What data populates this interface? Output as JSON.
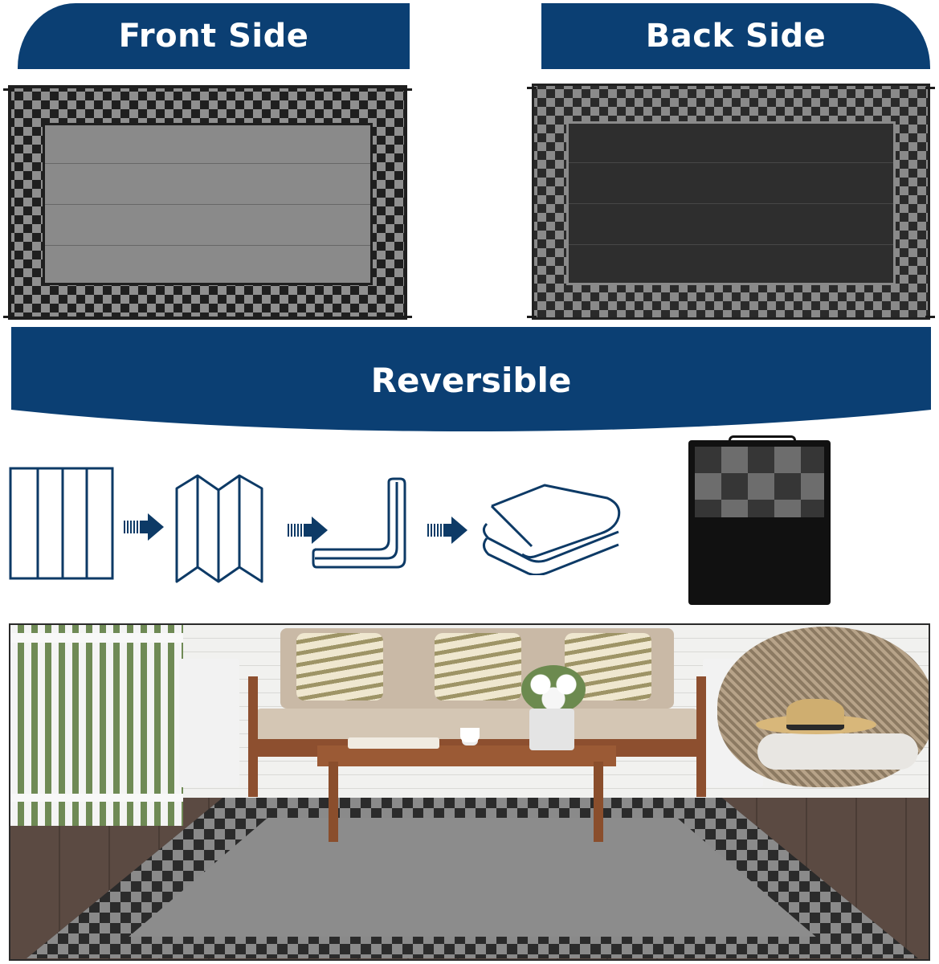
{
  "colors": {
    "navy": "#0b3f73",
    "icon_stroke": "#0d3a66",
    "white": "#ffffff"
  },
  "header": {
    "front_label": "Front Side",
    "back_label": "Back Side"
  },
  "rugs": {
    "front": {
      "name": "front side rug",
      "base_color": "#1f1f1f",
      "square_color": "#8f8f8f",
      "center_color": "#8a8a8a"
    },
    "back": {
      "name": "back side rug",
      "base_color": "#8a8a8a",
      "square_color": "#2a2a2a",
      "center_color": "#2e2e2e"
    }
  },
  "feature_banner": {
    "label": "Reversible"
  },
  "folding_steps": [
    {
      "icon": "flat-rug-panels-icon",
      "description": "flat rug with 4 panels"
    },
    {
      "icon": "accordion-fold-icon",
      "description": "accordion folded rug"
    },
    {
      "icon": "l-fold-icon",
      "description": "folded rug in L shape"
    },
    {
      "icon": "stacked-fold-icon",
      "description": "folded stacked rug"
    }
  ],
  "arrows": [
    "arrow-right-icon",
    "arrow-right-icon",
    "arrow-right-icon"
  ],
  "storage_bag": {
    "icon": "storage-bag-icon",
    "description": "black carry bag with clear window showing rug"
  },
  "lifestyle_scene": {
    "description": "patio with sofa, coffee table, hanging chair and checkered rug"
  }
}
